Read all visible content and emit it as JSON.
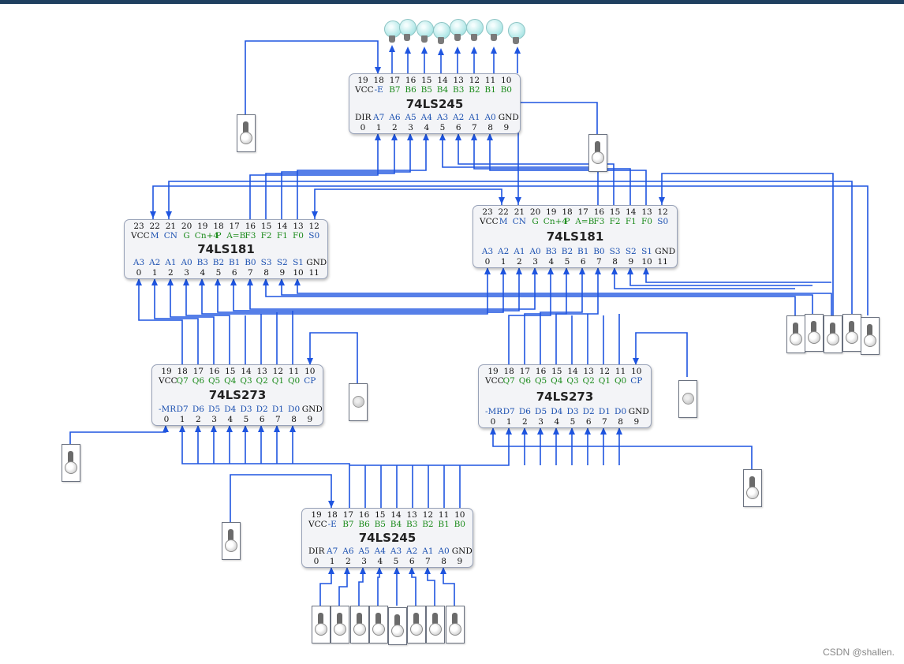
{
  "chips": [
    {
      "name": "74LS245",
      "top": [
        {
          "num": "19",
          "label": "VCC",
          "color": "black"
        },
        {
          "num": "18",
          "label": "-E",
          "color": "blue"
        },
        {
          "num": "17",
          "label": "B7",
          "color": "green"
        },
        {
          "num": "16",
          "label": "B6",
          "color": "green"
        },
        {
          "num": "15",
          "label": "B5",
          "color": "green"
        },
        {
          "num": "14",
          "label": "B4",
          "color": "green"
        },
        {
          "num": "13",
          "label": "B3",
          "color": "green"
        },
        {
          "num": "12",
          "label": "B2",
          "color": "green"
        },
        {
          "num": "11",
          "label": "B1",
          "color": "green"
        },
        {
          "num": "10",
          "label": "B0",
          "color": "green"
        }
      ],
      "bottom": [
        {
          "num": "0",
          "label": "DIR",
          "color": "black"
        },
        {
          "num": "1",
          "label": "A7",
          "color": "blue"
        },
        {
          "num": "2",
          "label": "A6",
          "color": "blue"
        },
        {
          "num": "3",
          "label": "A5",
          "color": "blue"
        },
        {
          "num": "4",
          "label": "A4",
          "color": "blue"
        },
        {
          "num": "5",
          "label": "A3",
          "color": "blue"
        },
        {
          "num": "6",
          "label": "A2",
          "color": "blue"
        },
        {
          "num": "7",
          "label": "A1",
          "color": "blue"
        },
        {
          "num": "8",
          "label": "A0",
          "color": "blue"
        },
        {
          "num": "9",
          "label": "GND",
          "color": "black"
        }
      ]
    },
    {
      "name": "74LS181",
      "top": [
        {
          "num": "23",
          "label": "VCC",
          "color": "black"
        },
        {
          "num": "22",
          "label": "M",
          "color": "blue"
        },
        {
          "num": "21",
          "label": "CN",
          "color": "blue"
        },
        {
          "num": "20",
          "label": "G",
          "color": "green"
        },
        {
          "num": "19",
          "label": "Cn+4",
          "color": "green"
        },
        {
          "num": "18",
          "label": "P",
          "color": "green"
        },
        {
          "num": "17",
          "label": "A=B",
          "color": "green"
        },
        {
          "num": "16",
          "label": "F3",
          "color": "green"
        },
        {
          "num": "15",
          "label": "F2",
          "color": "green"
        },
        {
          "num": "14",
          "label": "F1",
          "color": "green"
        },
        {
          "num": "13",
          "label": "F0",
          "color": "green"
        },
        {
          "num": "12",
          "label": "S0",
          "color": "blue"
        }
      ],
      "bottom": [
        {
          "num": "0",
          "label": "A3",
          "color": "blue"
        },
        {
          "num": "1",
          "label": "A2",
          "color": "blue"
        },
        {
          "num": "2",
          "label": "A1",
          "color": "blue"
        },
        {
          "num": "3",
          "label": "A0",
          "color": "blue"
        },
        {
          "num": "4",
          "label": "B3",
          "color": "blue"
        },
        {
          "num": "5",
          "label": "B2",
          "color": "blue"
        },
        {
          "num": "6",
          "label": "B1",
          "color": "blue"
        },
        {
          "num": "7",
          "label": "B0",
          "color": "blue"
        },
        {
          "num": "8",
          "label": "S3",
          "color": "blue"
        },
        {
          "num": "9",
          "label": "S2",
          "color": "blue"
        },
        {
          "num": "10",
          "label": "S1",
          "color": "blue"
        },
        {
          "num": "11",
          "label": "GND",
          "color": "black"
        }
      ]
    },
    {
      "name": "74LS273",
      "top": [
        {
          "num": "19",
          "label": "VCC",
          "color": "black"
        },
        {
          "num": "18",
          "label": "Q7",
          "color": "green"
        },
        {
          "num": "17",
          "label": "Q6",
          "color": "green"
        },
        {
          "num": "16",
          "label": "Q5",
          "color": "green"
        },
        {
          "num": "15",
          "label": "Q4",
          "color": "green"
        },
        {
          "num": "14",
          "label": "Q3",
          "color": "green"
        },
        {
          "num": "13",
          "label": "Q2",
          "color": "green"
        },
        {
          "num": "12",
          "label": "Q1",
          "color": "green"
        },
        {
          "num": "11",
          "label": "Q0",
          "color": "green"
        },
        {
          "num": "10",
          "label": "CP",
          "color": "blue"
        }
      ],
      "bottom": [
        {
          "num": "0",
          "label": "-MR",
          "color": "blue"
        },
        {
          "num": "1",
          "label": "D7",
          "color": "blue"
        },
        {
          "num": "2",
          "label": "D6",
          "color": "blue"
        },
        {
          "num": "3",
          "label": "D5",
          "color": "blue"
        },
        {
          "num": "4",
          "label": "D4",
          "color": "blue"
        },
        {
          "num": "5",
          "label": "D3",
          "color": "blue"
        },
        {
          "num": "6",
          "label": "D2",
          "color": "blue"
        },
        {
          "num": "7",
          "label": "D1",
          "color": "blue"
        },
        {
          "num": "8",
          "label": "D0",
          "color": "blue"
        },
        {
          "num": "9",
          "label": "GND",
          "color": "black"
        }
      ]
    }
  ],
  "watermark": "CSDN @shallen.",
  "colors": {
    "wire": "#1f55e0",
    "chip_bg": "#f3f4f7",
    "pin_green": "#1a8a1a",
    "pin_blue": "#1a4fb0",
    "header_bar": "#1f3f5f"
  }
}
